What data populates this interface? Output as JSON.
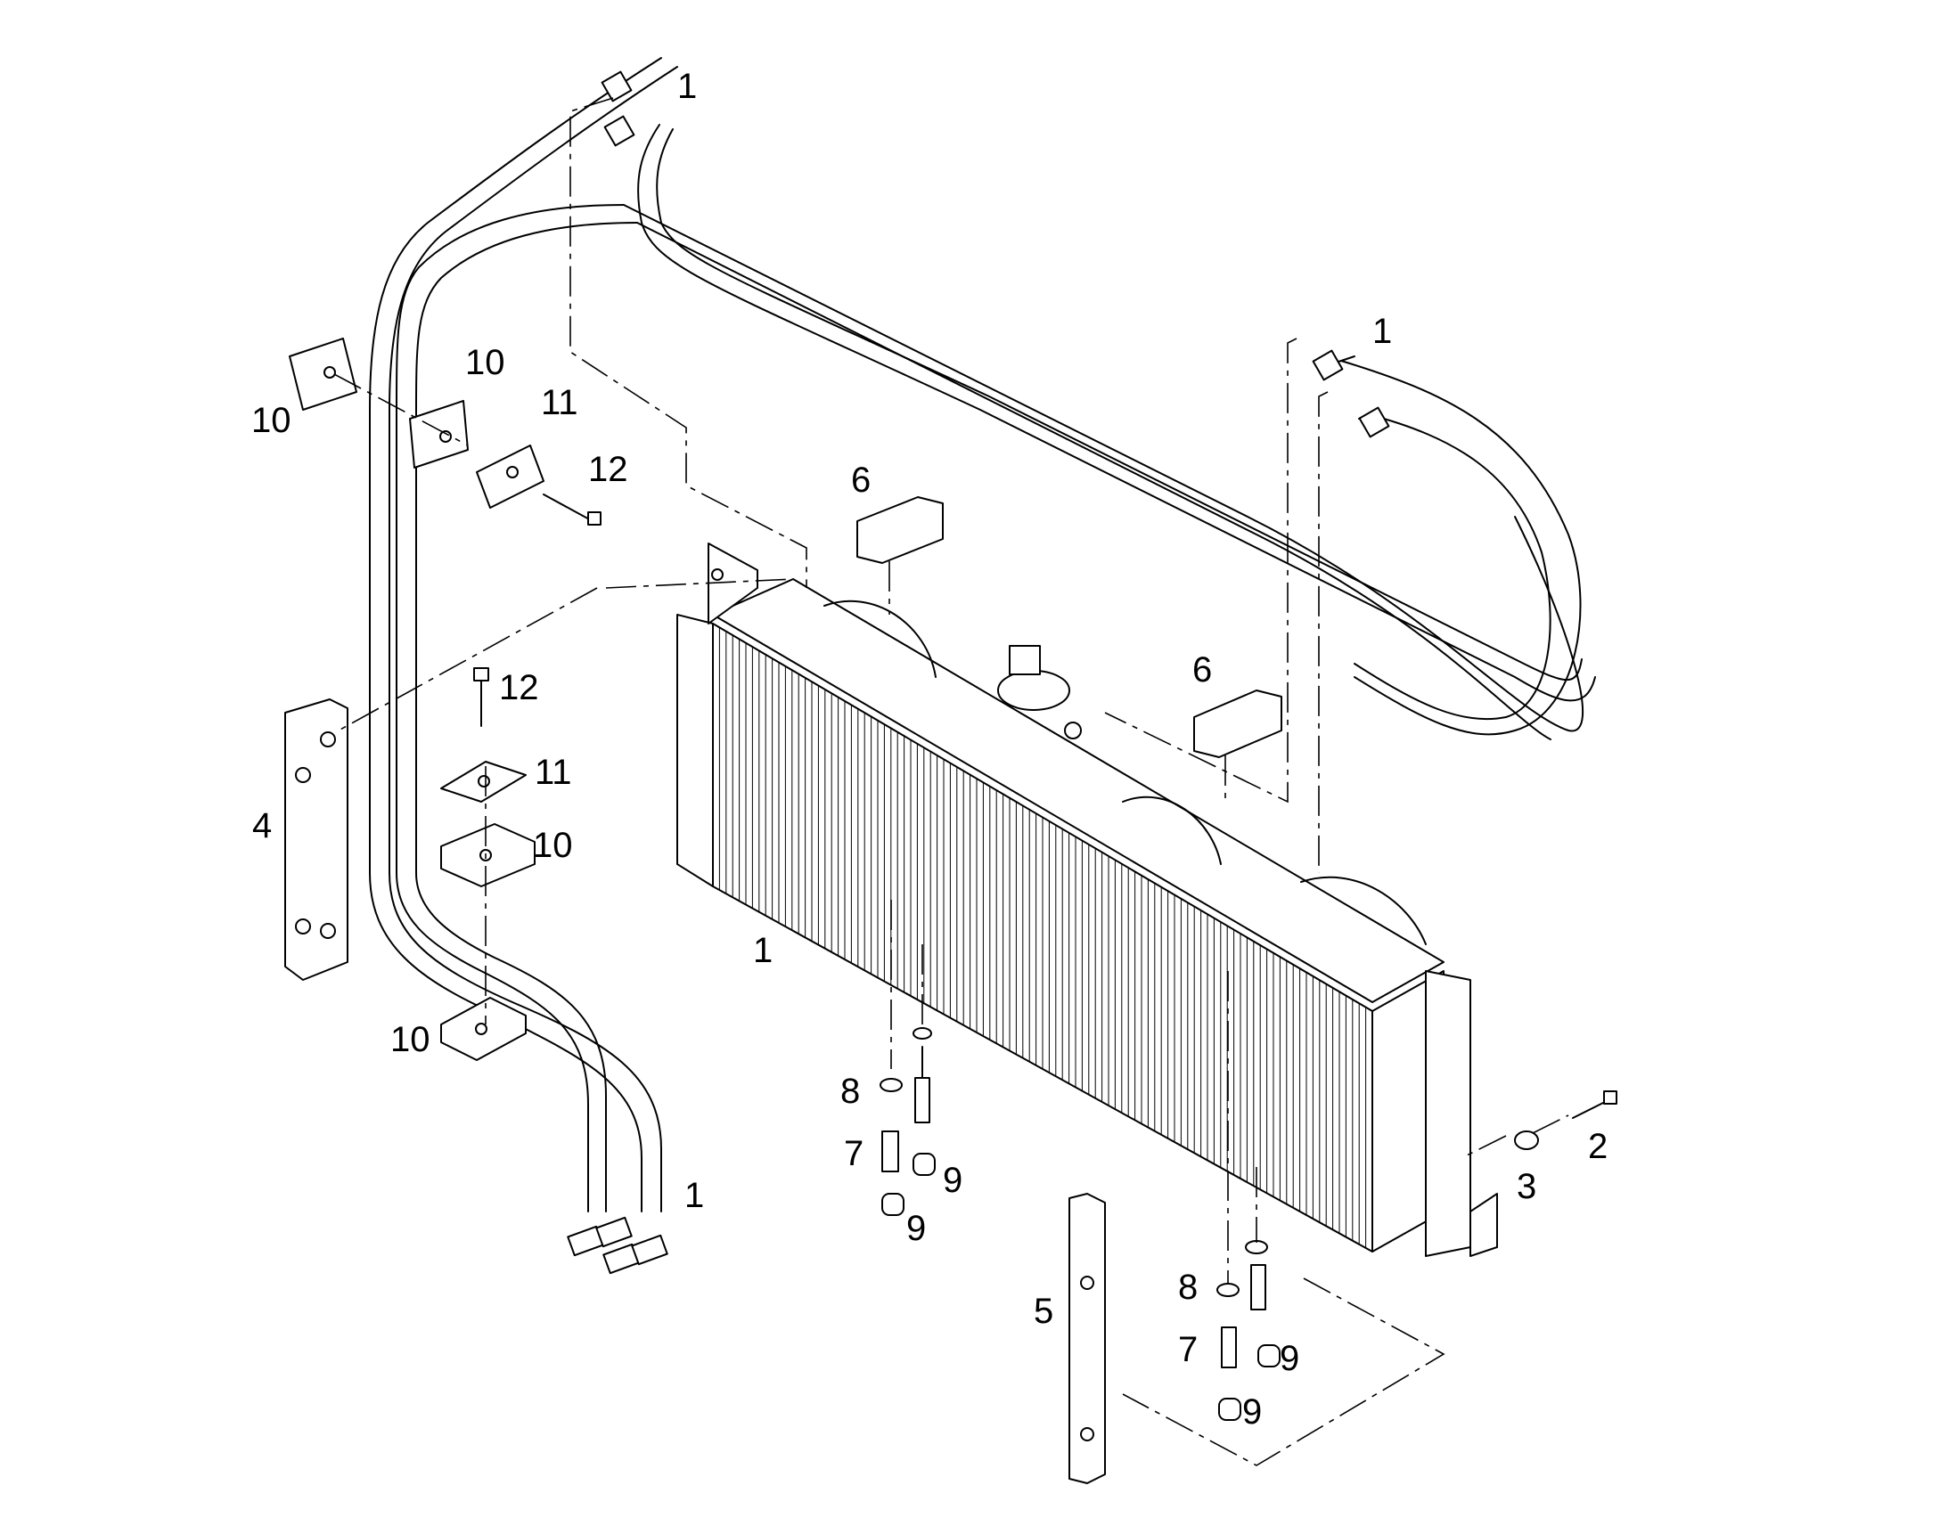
{
  "callouts": [
    "1",
    "1",
    "10",
    "11",
    "12",
    "10",
    "6",
    "12",
    "6",
    "11",
    "4",
    "10",
    "1",
    "10",
    "8",
    "7",
    "9",
    "9",
    "2",
    "3",
    "1",
    "5",
    "8",
    "9",
    "7",
    "9"
  ]
}
